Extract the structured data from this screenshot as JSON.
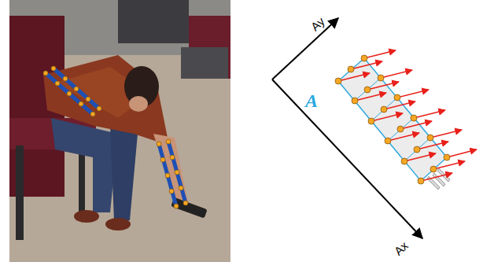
{
  "diagram": {
    "labels": [
      "Ay",
      "A",
      "Ax"
    ]
  }
}
